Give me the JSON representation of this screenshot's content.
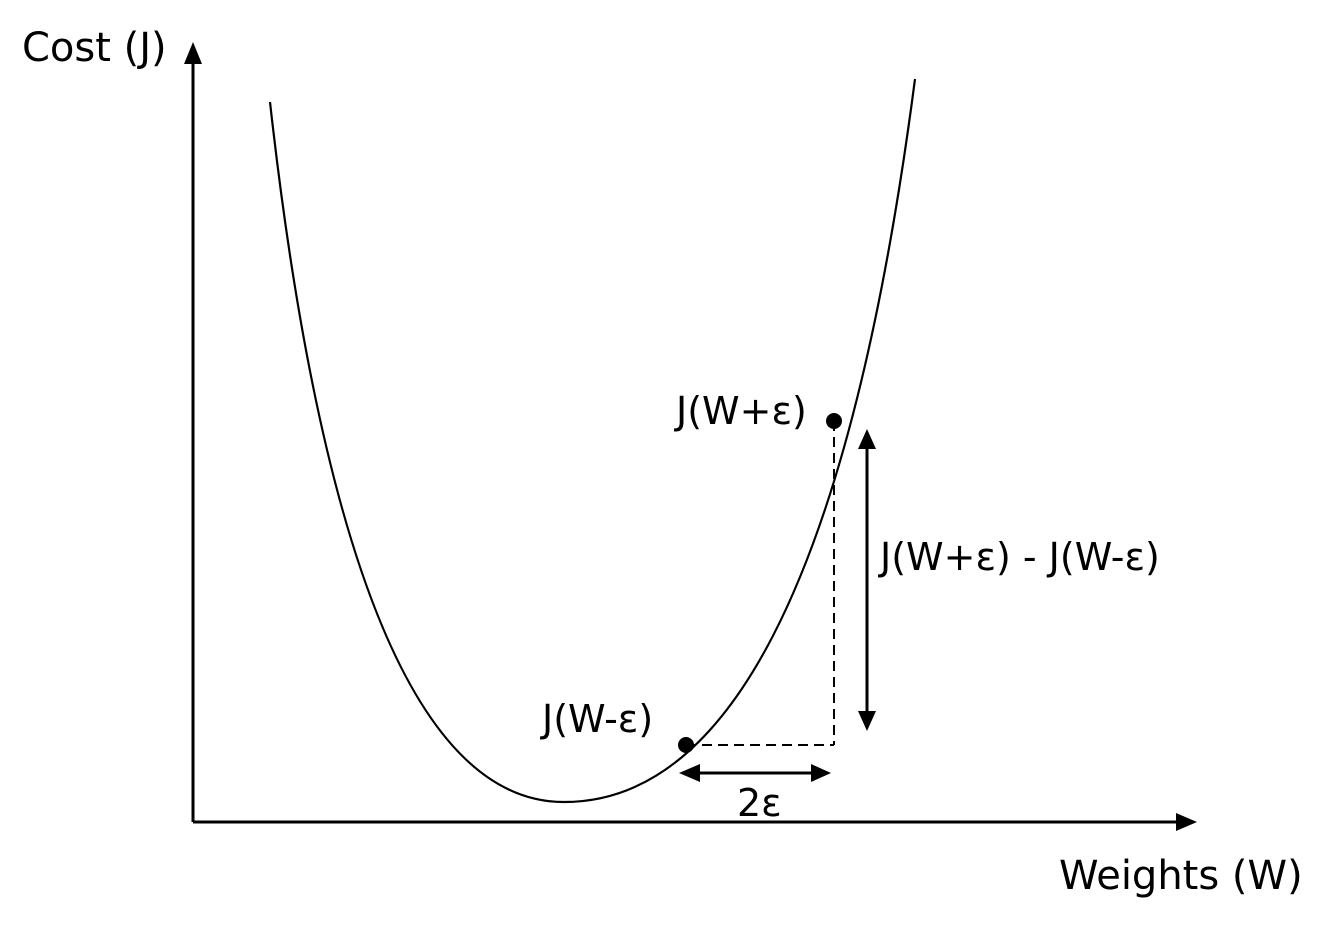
{
  "axes": {
    "y_label": "Cost (J)",
    "x_label": "Weights (W)"
  },
  "points": {
    "upper_label": "J(W+ε)",
    "lower_label": "J(W-ε)"
  },
  "annotations": {
    "delta_y": "J(W+ε) - J(W-ε)",
    "delta_x": "2ε"
  },
  "colors": {
    "ink": "#000000",
    "background": "#ffffff"
  }
}
